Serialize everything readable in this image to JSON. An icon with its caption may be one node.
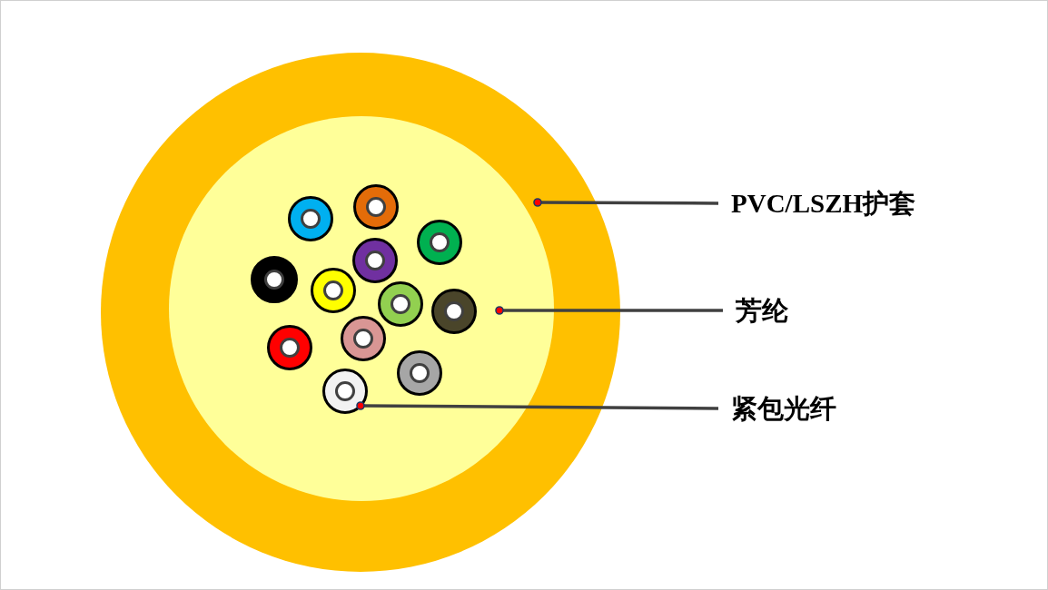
{
  "diagram": {
    "nodes": [
      {
        "text": [],
        "shape": "circle"
      },
      {
        "text": [],
        "shape": "circle",
        "in": 0
      },
      {
        "text": [],
        "shape": "circle",
        "in": 1
      },
      {
        "text": [],
        "shape": "circle",
        "in": 1
      },
      {
        "text": [],
        "shape": "circle",
        "in": 1
      },
      {
        "text": [],
        "shape": "circle",
        "in": 1
      },
      {
        "text": [],
        "shape": "circle",
        "in": 1
      },
      {
        "text": [],
        "shape": "circle",
        "in": 1
      },
      {
        "text": [],
        "shape": "circle",
        "in": 1
      },
      {
        "text": [],
        "shape": "circle",
        "in": 1
      },
      {
        "text": [],
        "shape": "circle",
        "in": 1
      },
      {
        "text": [],
        "shape": "circle",
        "in": 1
      },
      {
        "text": [],
        "shape": "circle",
        "in": 1
      },
      {
        "text": [],
        "shape": "circle",
        "in": 1
      },
      {
        "text": [
          "PVC/LSZH护套"
        ]
      },
      {
        "text": [
          "芳纶"
        ]
      },
      {
        "text": [
          "紧包光纤"
        ]
      }
    ],
    "edges": [
      {
        "from": 14,
        "to": 0,
        "arrow": "other"
      },
      {
        "from": 15,
        "to": 1,
        "arrow": "other"
      },
      {
        "from": 16,
        "to": 13,
        "arrow": "other"
      }
    ]
  }
}
